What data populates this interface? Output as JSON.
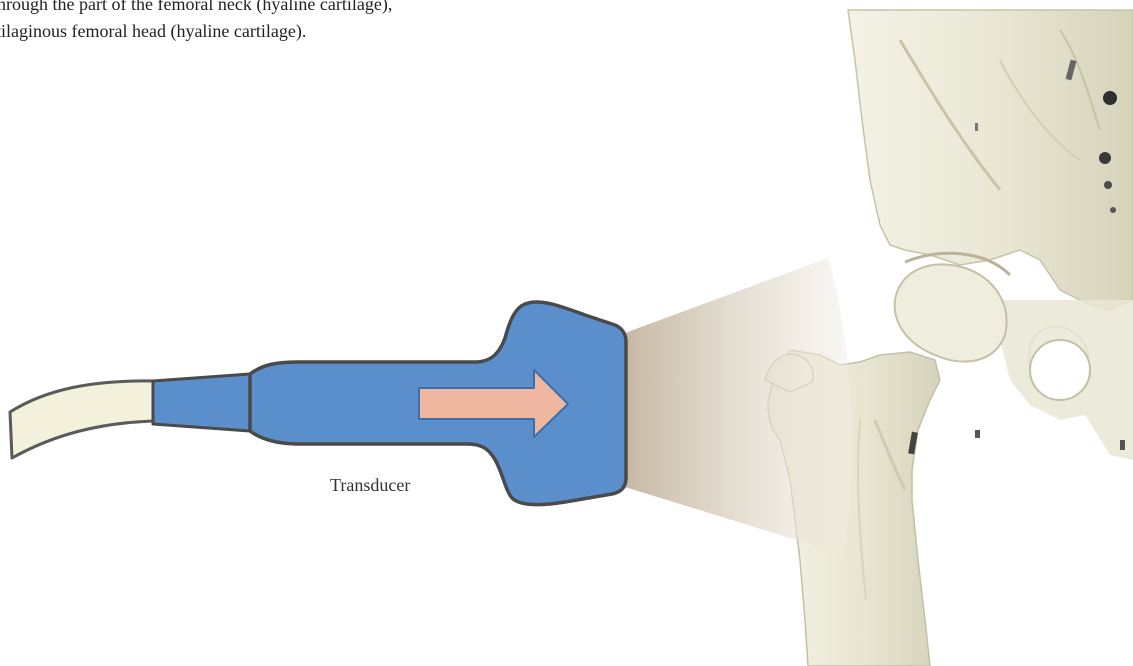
{
  "caption": {
    "line1": "through the part of the femoral neck (hyaline cartilage),",
    "line2": "tilaginous femoral head (hyaline cartilage)."
  },
  "labels": {
    "transducer": "Transducer"
  },
  "colors": {
    "cable_fill": "#f3f0dc",
    "cable_stroke": "#5a5a5a",
    "transducer_fill": "#5b8fcc",
    "transducer_stroke": "#4a4a4a",
    "arrow_fill": "#efb7a0",
    "beam": "#d8cfc0",
    "bone": "#ecebdc",
    "bone_shadow": "#c9c6ae"
  },
  "icons": {
    "arrow": "direction-arrow-icon",
    "beam": "ultrasound-beam-icon",
    "skeleton": "hip-skeleton-illustration"
  }
}
